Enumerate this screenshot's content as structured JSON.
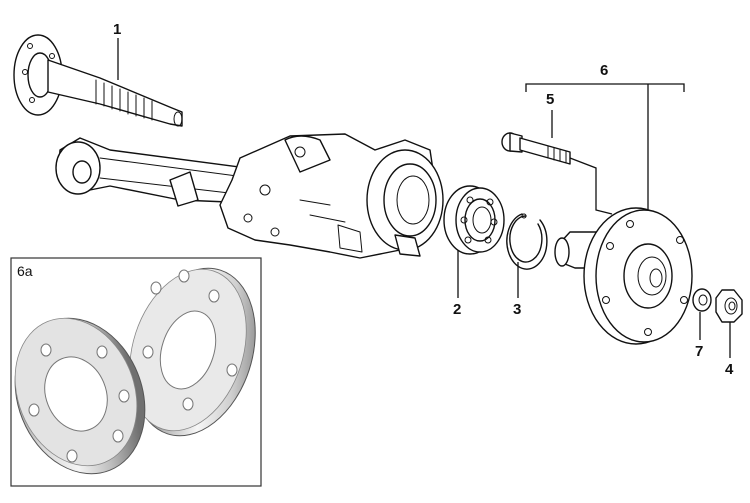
{
  "callouts": {
    "c1": "1",
    "c2": "2",
    "c3": "3",
    "c4": "4",
    "c5": "5",
    "c6": "6",
    "c7": "7"
  },
  "inset": {
    "label": "6a"
  },
  "colors": {
    "line": "#111111",
    "background": "#ffffff",
    "spacer_light": "#e6e6e6",
    "spacer_dark": "#8a8a8a"
  }
}
